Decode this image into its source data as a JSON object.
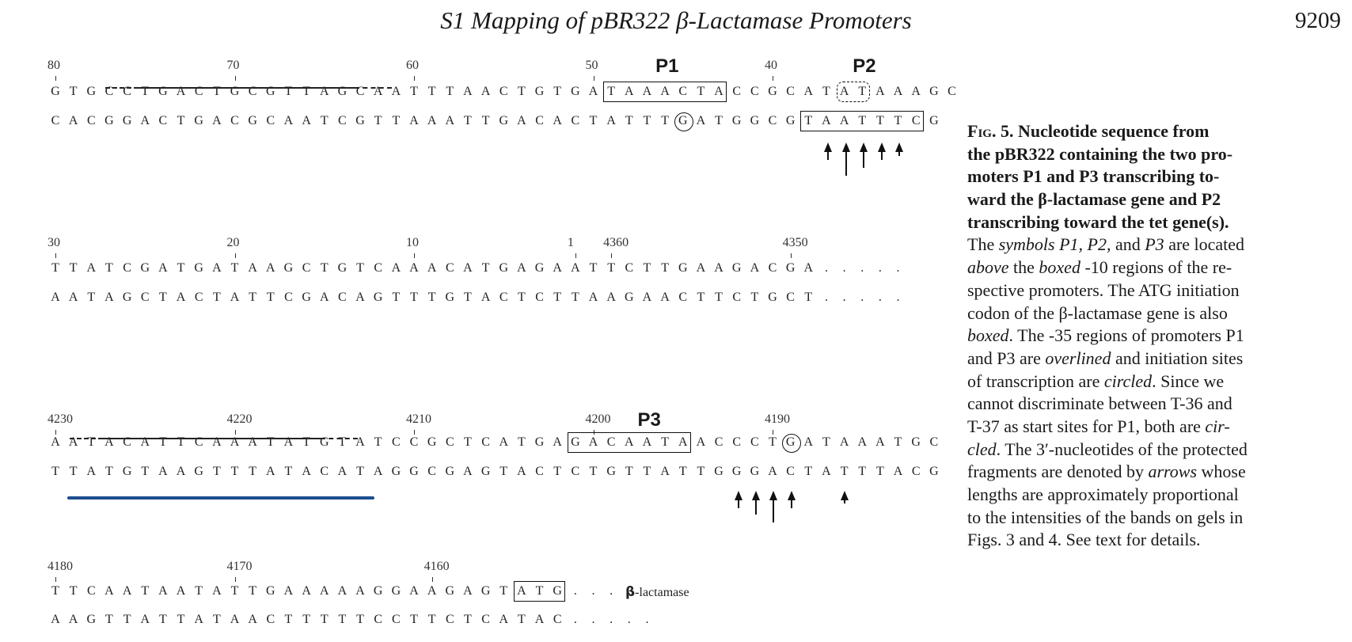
{
  "header": {
    "title": "S1 Mapping of pBR322 β-Lactamase Promoters",
    "page_number": "9209"
  },
  "blocks": [
    {
      "positions": [
        {
          "label": "80",
          "col": 0
        },
        {
          "label": "70",
          "col": 10
        },
        {
          "label": "60",
          "col": 20
        },
        {
          "label": "50",
          "col": 30
        },
        {
          "label": "40",
          "col": 40
        }
      ],
      "top_strand": "GTGCCTGACTGCGTTAGCAATTTAACTGTGATAAACTACCGCATATAAAGC",
      "bottom_strand": "CACGGACTGACGCAATCGTTAAATTGACACTATTTGATGGCGTAATTTCG",
      "promoter_labels": [
        {
          "label": "P1",
          "col": 34
        },
        {
          "label": "P2",
          "col": 45
        }
      ]
    },
    {
      "positions": [
        {
          "label": "30",
          "col": 0
        },
        {
          "label": "20",
          "col": 10
        },
        {
          "label": "10",
          "col": 20
        },
        {
          "label": "1",
          "col": 29
        },
        {
          "label": "4360",
          "col": 31
        },
        {
          "label": "4350",
          "col": 41
        }
      ],
      "top_strand": "TTATCGATGATAAGCTGTCAAACATGAGAATTCTTGAAGACGA.....",
      "bottom_strand": "AATAGCTACTATTCGACAGTTTGTACTCTTAAGAACTTCTGCT.....",
      "promoter_labels": []
    },
    {
      "positions": [
        {
          "label": "4230",
          "col": 0
        },
        {
          "label": "4220",
          "col": 10
        },
        {
          "label": "4210",
          "col": 20
        },
        {
          "label": "4200",
          "col": 30
        },
        {
          "label": "4190",
          "col": 40
        }
      ],
      "top_strand": "AATACATTCAAATATGTATCCGCTCATGAGACAATAACCCTGATAAATGC",
      "bottom_strand": "TTATGTAAGTTTATACATAGGCGAGTACTCTGTTATTGGGACTATTTACG",
      "promoter_labels": [
        {
          "label": "P3",
          "col": 33
        }
      ]
    },
    {
      "positions": [
        {
          "label": "4180",
          "col": 0
        },
        {
          "label": "4170",
          "col": 10
        },
        {
          "label": "4160",
          "col": 21
        }
      ],
      "top_strand": "TTCAATAATATTGAAAAAGGAAGAGTATG....",
      "bottom_strand": "AAGTTATTATAACTTTTTCCTTCTCATAC.....",
      "promoter_labels": [],
      "gene_label": {
        "symbol": "β",
        "text": "-lactamase"
      }
    }
  ],
  "caption": {
    "lines": [
      [
        {
          "t": "Fig",
          "s": "figword-b"
        },
        {
          "t": ". 5. ",
          "s": "b"
        },
        {
          "t": "Nucleotide sequence from",
          "s": "b"
        }
      ],
      [
        {
          "t": "the pBR322 containing the two pro-",
          "s": "b"
        }
      ],
      [
        {
          "t": "moters P1 and P3 transcribing to-",
          "s": "b"
        }
      ],
      [
        {
          "t": "ward the β-lactamase gene and P2",
          "s": "b"
        }
      ],
      [
        {
          "t": "transcribing toward the tet gene(s).",
          "s": "b"
        }
      ],
      [
        {
          "t": "The ",
          "s": ""
        },
        {
          "t": "symbols P1, P2,",
          "s": "i"
        },
        {
          "t": " and ",
          "s": ""
        },
        {
          "t": "P3",
          "s": "i"
        },
        {
          "t": " are located",
          "s": ""
        }
      ],
      [
        {
          "t": "above",
          "s": "i"
        },
        {
          "t": " the ",
          "s": ""
        },
        {
          "t": "boxed",
          "s": "i"
        },
        {
          "t": " -10 regions of the re-",
          "s": ""
        }
      ],
      [
        {
          "t": "spective promoters. The ATG initiation",
          "s": ""
        }
      ],
      [
        {
          "t": "codon of the β-lactamase gene is also",
          "s": ""
        }
      ],
      [
        {
          "t": "boxed",
          "s": "i"
        },
        {
          "t": ". The -35 regions of promoters P1",
          "s": ""
        }
      ],
      [
        {
          "t": "and P3 are ",
          "s": ""
        },
        {
          "t": "overlined",
          "s": "i"
        },
        {
          "t": " and initiation sites",
          "s": ""
        }
      ],
      [
        {
          "t": "of transcription are ",
          "s": ""
        },
        {
          "t": "circled",
          "s": "i"
        },
        {
          "t": ". Since we",
          "s": ""
        }
      ],
      [
        {
          "t": "cannot discriminate between T-36 and",
          "s": ""
        }
      ],
      [
        {
          "t": "T-37 as start sites for P1, both are ",
          "s": ""
        },
        {
          "t": "cir-",
          "s": "i"
        }
      ],
      [
        {
          "t": "cled",
          "s": "i"
        },
        {
          "t": ". The 3′-nucleotides of the protected",
          "s": ""
        }
      ],
      [
        {
          "t": "fragments are denoted by ",
          "s": ""
        },
        {
          "t": "arrows",
          "s": "i"
        },
        {
          "t": " whose",
          "s": ""
        }
      ],
      [
        {
          "t": "lengths are approximately proportional",
          "s": ""
        }
      ],
      [
        {
          "t": "to the intensities of the bands on gels in",
          "s": ""
        }
      ],
      [
        {
          "t": "Figs. 3 and 4. See text for details.",
          "s": ""
        }
      ]
    ]
  },
  "colors": {
    "underline_accent": "#1d4e8f"
  }
}
